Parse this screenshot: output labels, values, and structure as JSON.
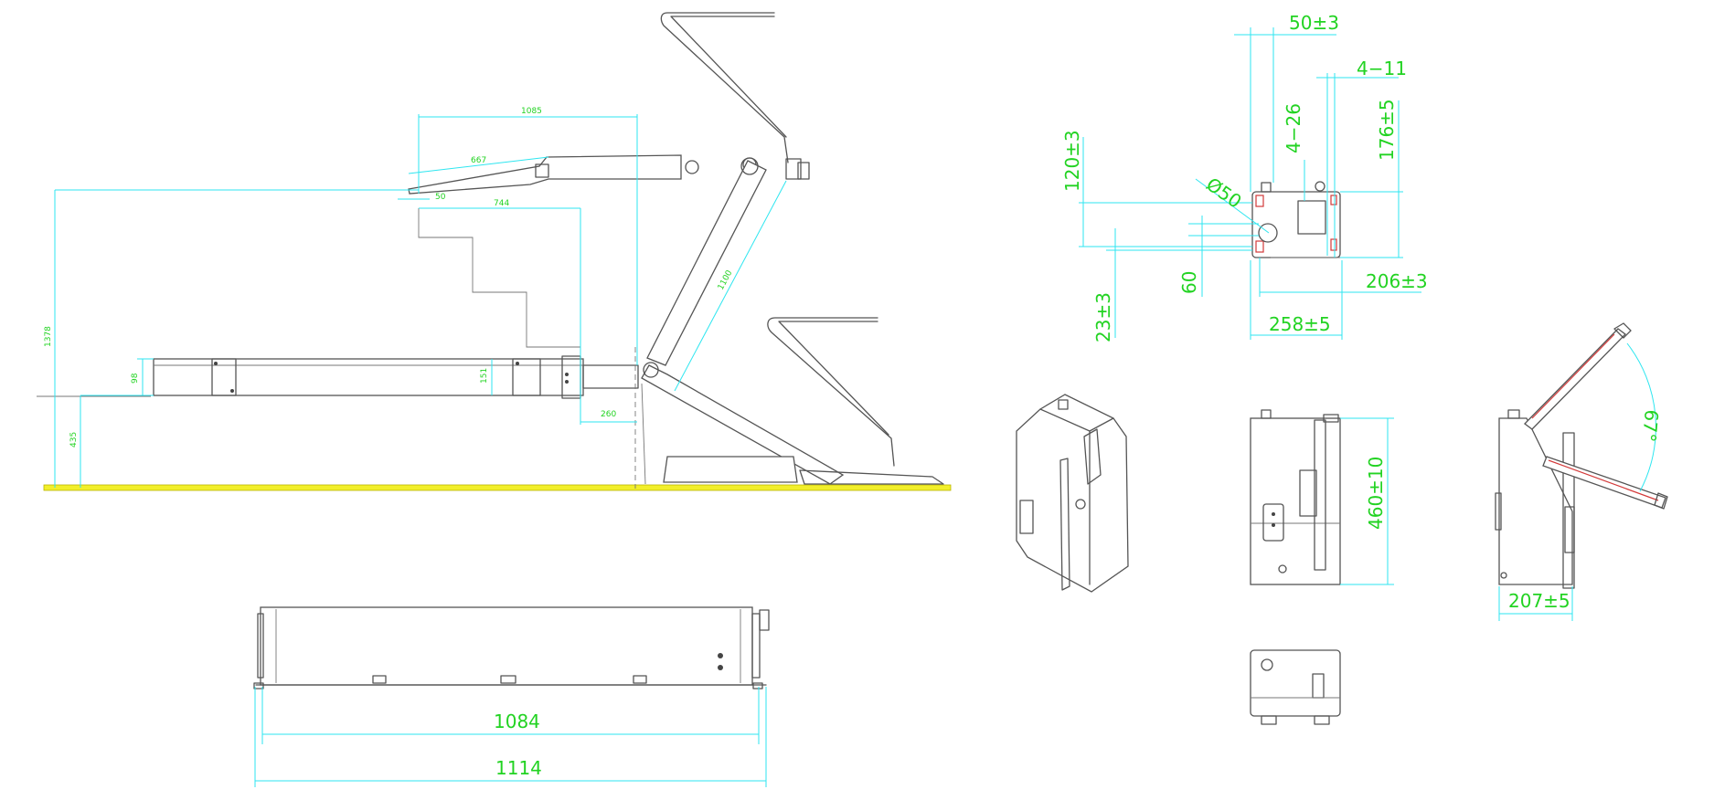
{
  "dimensions": {
    "side_1085": "1085",
    "side_667": "667",
    "side_50": "50",
    "side_744": "744",
    "side_1100": "1100",
    "side_1378": "1378",
    "side_98": "98",
    "side_151": "151",
    "side_435": "435",
    "side_260": "260",
    "bottom_1084": "1084",
    "bottom_1114": "1114",
    "top_50": "50±3",
    "top_4_11": "4−11",
    "top_4_26": "4−26",
    "top_176": "176±5",
    "top_120": "120±3",
    "top_dia50": "Ø50",
    "top_60": "60",
    "top_206": "206±3",
    "top_23": "23±3",
    "top_258": "258±5",
    "front_460": "460±10",
    "side_207": "207±5",
    "angle_67": "67°"
  },
  "colors": {
    "dimension_line": "#2ee6f0",
    "dimension_text": "#22d322",
    "outline": "#555555",
    "floor": "#f2ef2a"
  }
}
